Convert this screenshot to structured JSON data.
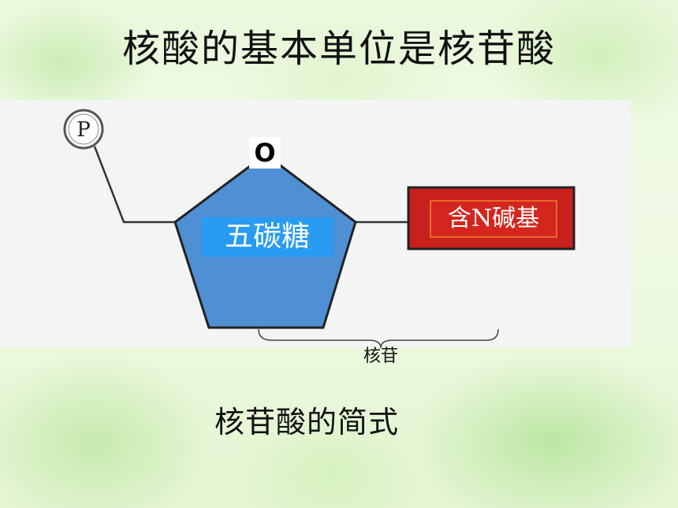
{
  "title": "核酸的基本单位是核苷酸",
  "diagram": {
    "phosphate_label": "P",
    "oxygen_label": "O",
    "sugar_label": "五碳糖",
    "base_label": "含N碱基",
    "nucleoside_label": "核苷"
  },
  "caption": "核苷酸的简式",
  "colors": {
    "sugar_fill": "#4f8fd4",
    "sugar_label_bg": "#2a9bf2",
    "base_fill": "#c8201c",
    "base_label_bg": "#d4261e",
    "panel_bg": "#f3f4f4"
  }
}
